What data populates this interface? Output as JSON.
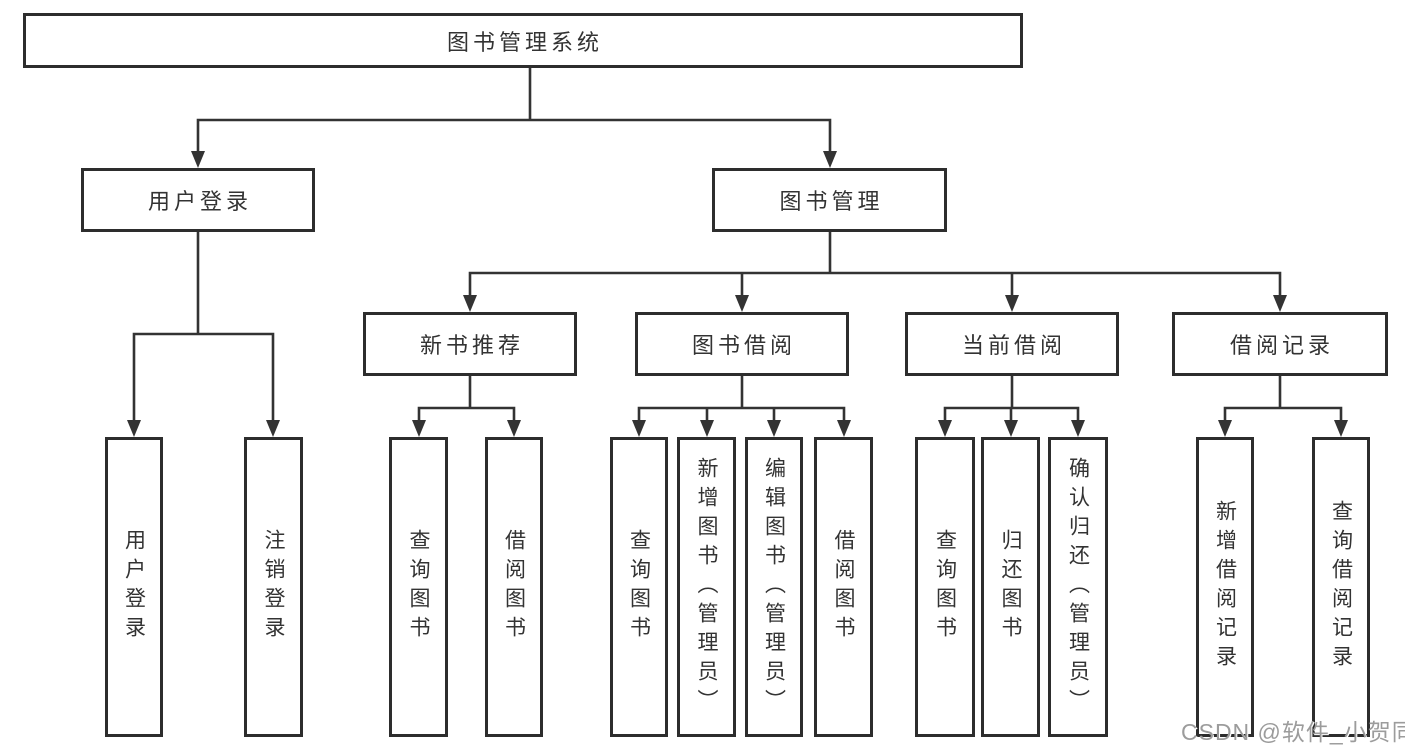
{
  "colors": {
    "background": "#ffffff",
    "line": "#333333",
    "box_border": "#2d2d2d",
    "text": "#333333",
    "watermark": "#9c9c9c"
  },
  "tree": {
    "root": {
      "label": "图书管理系统"
    },
    "level2": [
      {
        "label": "用户登录",
        "parent": "图书管理系统"
      },
      {
        "label": "图书管理",
        "parent": "图书管理系统"
      }
    ],
    "level3": [
      {
        "label": "新书推荐",
        "parent": "图书管理"
      },
      {
        "label": "图书借阅",
        "parent": "图书管理"
      },
      {
        "label": "当前借阅",
        "parent": "图书管理"
      },
      {
        "label": "借阅记录",
        "parent": "图书管理"
      }
    ],
    "leaves": [
      {
        "label": "用户登录",
        "parent": "用户登录"
      },
      {
        "label": "注销登录",
        "parent": "用户登录"
      },
      {
        "label": "查询图书",
        "parent": "新书推荐"
      },
      {
        "label": "借阅图书",
        "parent": "新书推荐"
      },
      {
        "label": "查询图书",
        "parent": "图书借阅"
      },
      {
        "label": "新增图书（管理员）",
        "parent": "图书借阅"
      },
      {
        "label": "编辑图书（管理员）",
        "parent": "图书借阅"
      },
      {
        "label": "借阅图书",
        "parent": "图书借阅"
      },
      {
        "label": "查询图书",
        "parent": "当前借阅"
      },
      {
        "label": "归还图书",
        "parent": "当前借阅"
      },
      {
        "label": "确认归还（管理员）",
        "parent": "当前借阅"
      },
      {
        "label": "新增借阅记录",
        "parent": "借阅记录"
      },
      {
        "label": "查询借阅记录",
        "parent": "借阅记录"
      }
    ]
  },
  "watermark": {
    "text": "CSDN @软件_小贺同学"
  }
}
